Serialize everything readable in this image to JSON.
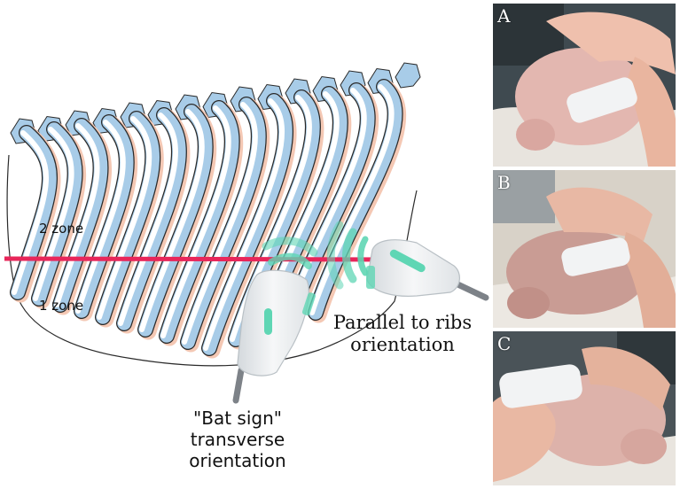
{
  "diagram": {
    "zone_labels": {
      "upper": "2 zone",
      "lower": "1 zone"
    },
    "captions": {
      "parallel_line1": "Parallel to ribs",
      "parallel_line2": "orientation",
      "bat_line1": "\"Bat sign\"",
      "bat_line2": "transverse",
      "bat_line3": "orientation"
    },
    "colors": {
      "rib_fill": "#a8cce8",
      "rib_highlight": "#ffffff",
      "rib_outline": "#2a2a2a",
      "rib_edge_tint": "#f4c8b4",
      "zone_line": "#e8265a",
      "probe_body": "#eceff1",
      "probe_accent": "#5fd6b4",
      "wave": "#5fd6b4",
      "cable": "#7d8288"
    }
  },
  "photos": {
    "panels": [
      {
        "letter": "A"
      },
      {
        "letter": "B"
      },
      {
        "letter": "C"
      }
    ]
  }
}
